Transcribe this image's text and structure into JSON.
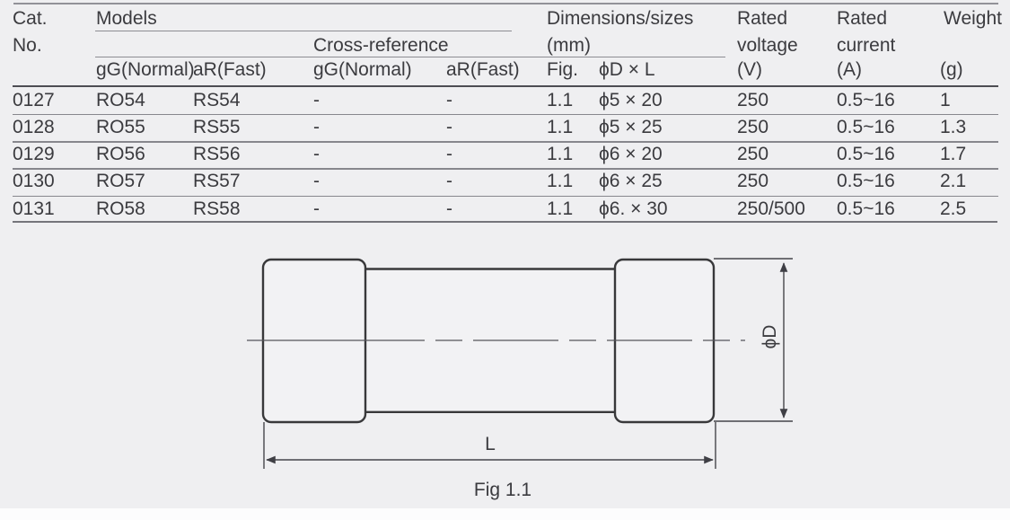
{
  "colors": {
    "background": "#efeff1",
    "text": "#3b3b3f",
    "rule_light": "#8d8d93",
    "rule_heavy": "#4d4d53",
    "drawing_stroke": "#38383a"
  },
  "table": {
    "header": {
      "cat_line1": "Cat.",
      "cat_line2": "No.",
      "models_group": "Models",
      "cross_reference_group": "Cross-reference",
      "dimensions_line1": "Dimensions/sizes",
      "dimensions_line2": "(mm)",
      "rated_voltage_line1": "Rated",
      "rated_voltage_line2": "voltage",
      "rated_voltage_unit": "(V)",
      "rated_current_line1": "Rated",
      "rated_current_line2": "current",
      "rated_current_unit": "(A)",
      "weight_label": "Weight",
      "weight_unit": "(g)",
      "models_gg": "gG(Normal)",
      "models_ar": "aR(Fast)",
      "xref_gg": "gG(Normal)",
      "xref_ar": "aR(Fast)",
      "fig_col": "Fig.",
      "dxl_col": "ϕD × L"
    },
    "rows": [
      {
        "cat": "0127",
        "gg": "RO54",
        "ar": "RS54",
        "xgg": "-",
        "xar": "-",
        "fig": "1.1",
        "dxl": "ϕ5 × 20",
        "v": "250",
        "a": "0.5~16",
        "w": "1"
      },
      {
        "cat": "0128",
        "gg": "RO55",
        "ar": "RS55",
        "xgg": "-",
        "xar": "-",
        "fig": "1.1",
        "dxl": "ϕ5 × 25",
        "v": "250",
        "a": "0.5~16",
        "w": "1.3"
      },
      {
        "cat": "0129",
        "gg": "RO56",
        "ar": "RS56",
        "xgg": "-",
        "xar": "-",
        "fig": "1.1",
        "dxl": "ϕ6 × 20",
        "v": "250",
        "a": "0.5~16",
        "w": "1.7"
      },
      {
        "cat": "0130",
        "gg": "RO57",
        "ar": "RS57",
        "xgg": "-",
        "xar": "-",
        "fig": "1.1",
        "dxl": "ϕ6 × 25",
        "v": "250",
        "a": "0.5~16",
        "w": "2.1"
      },
      {
        "cat": "0131",
        "gg": "RO58",
        "ar": "RS58",
        "xgg": "-",
        "xar": "-",
        "fig": "1.1",
        "dxl": "ϕ6. × 30",
        "v": "250/500",
        "a": "0.5~16",
        "w": "2.5"
      }
    ]
  },
  "figure": {
    "diameter_label": "ϕD",
    "length_label": "L",
    "caption": "Fig 1.1"
  }
}
